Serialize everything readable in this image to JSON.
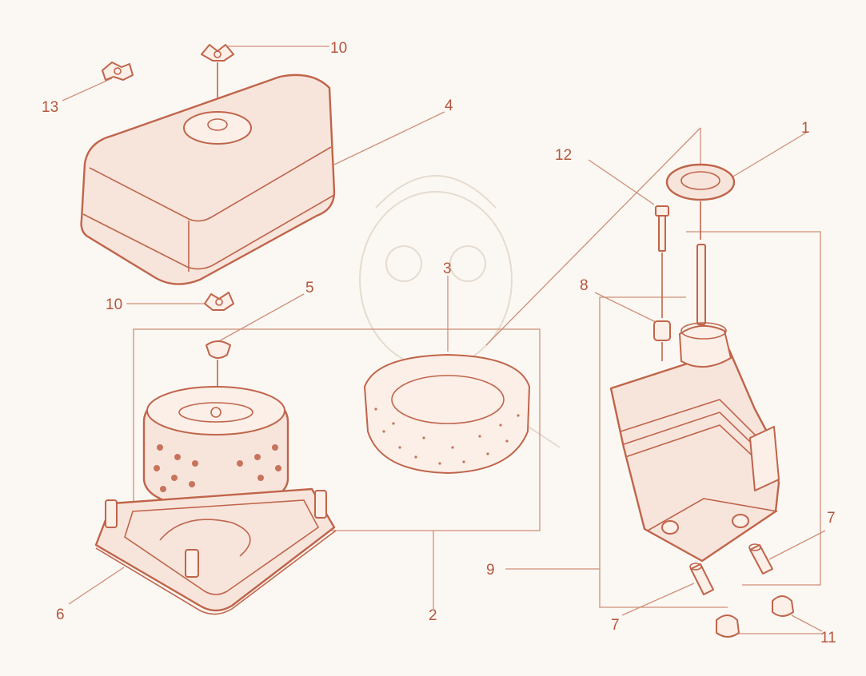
{
  "callouts": {
    "c1": "1",
    "c2": "2",
    "c3": "3",
    "c4": "4",
    "c5": "5",
    "c6": "6",
    "c7a": "7",
    "c7b": "7",
    "c8": "8",
    "c9": "9",
    "c10a": "10",
    "c10b": "10",
    "c11": "11",
    "c12": "12",
    "c13": "13"
  },
  "colors": {
    "line_art": "#c0644a",
    "label_text": "#b5563e",
    "leader_lines": "#cf8f78",
    "background": "#fbf8f3"
  }
}
